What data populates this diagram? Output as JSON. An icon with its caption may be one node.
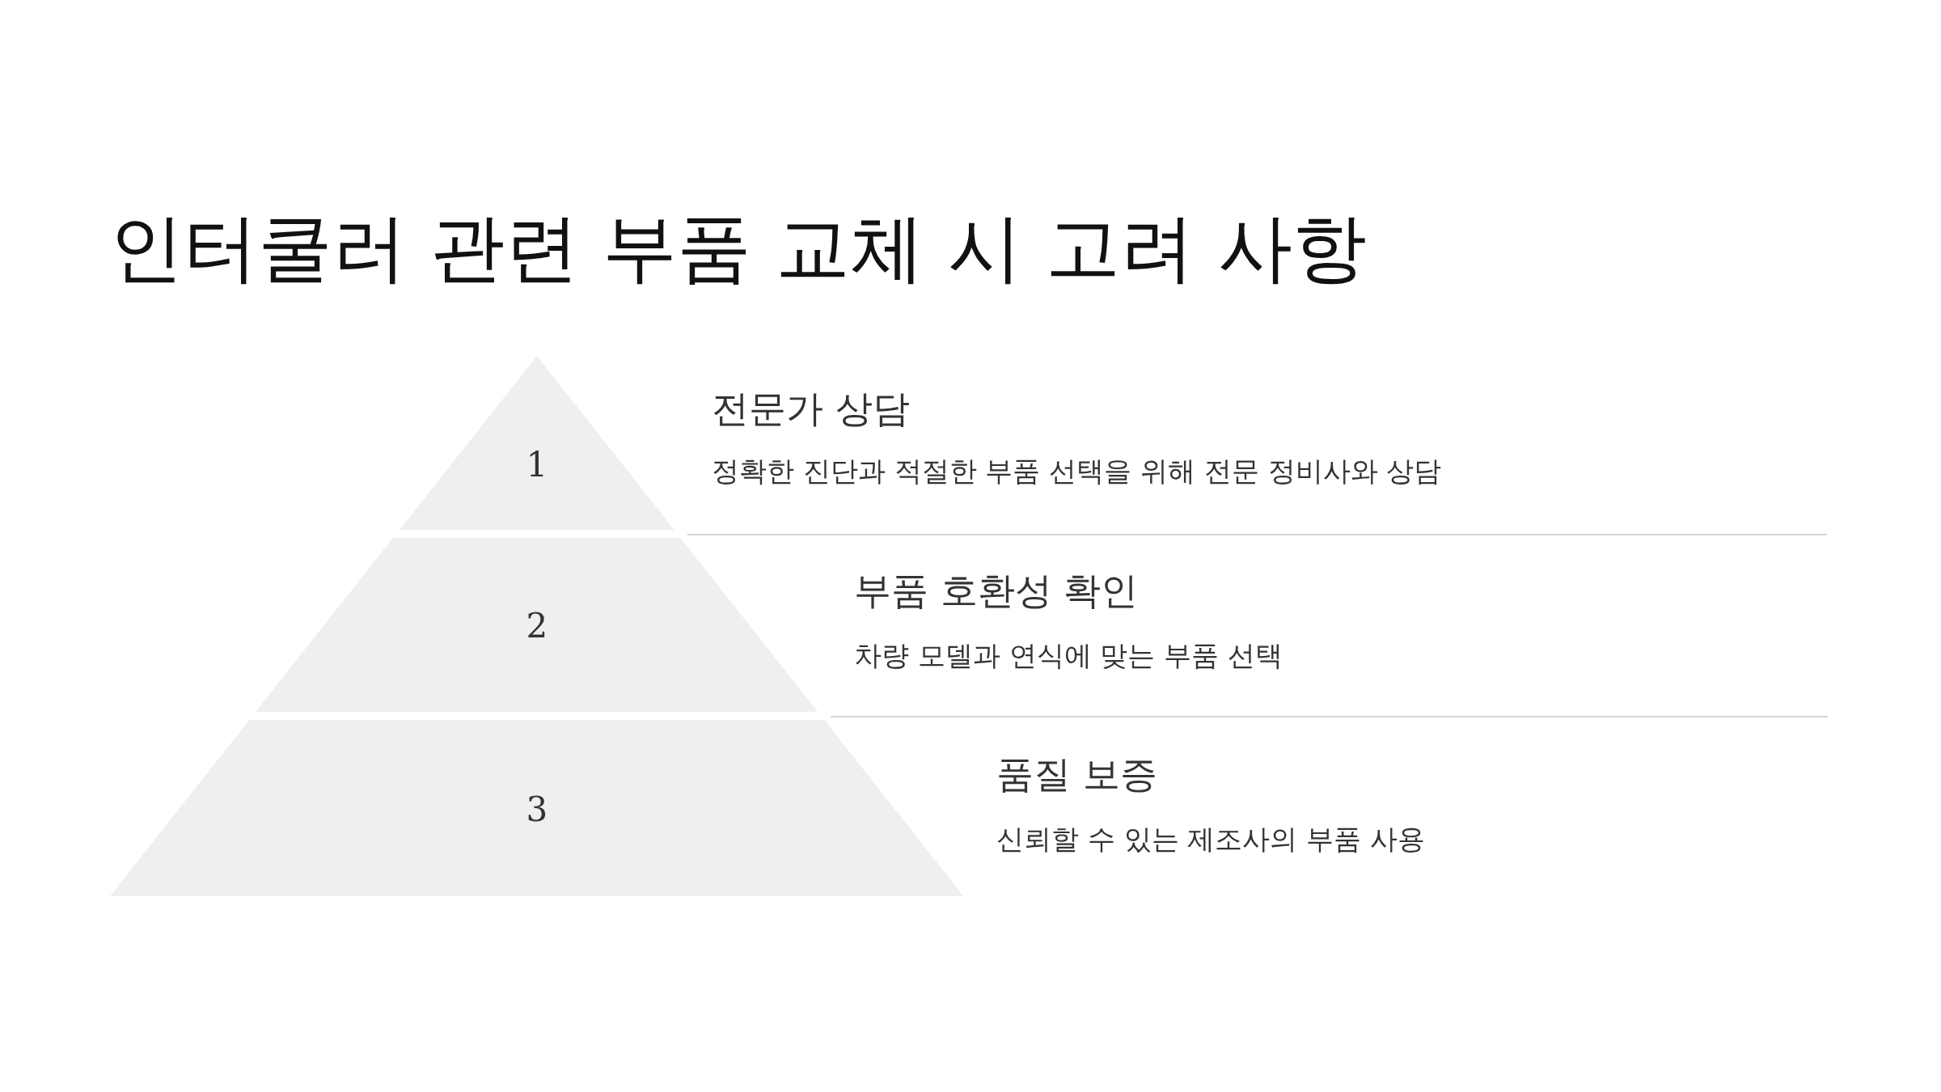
{
  "diagram": {
    "title": "인터쿨러 관련 부품 교체 시 고려 사항",
    "nodes": [
      {
        "text": [
          "1"
        ],
        "beside": [
          "전문가 상담",
          "정확한 진단과 적절한 부품 선택을 위해 전문 정비사와 상담"
        ]
      },
      {
        "text": [
          "2"
        ],
        "beside": [
          "부품 호환성 확인",
          "차량 모델과 연식에 맞는 부품 선택"
        ]
      },
      {
        "text": [
          "3"
        ],
        "beside": [
          "품질 보증",
          "신뢰할 수 있는 제조사의 부품 사용"
        ]
      }
    ],
    "edges": []
  }
}
